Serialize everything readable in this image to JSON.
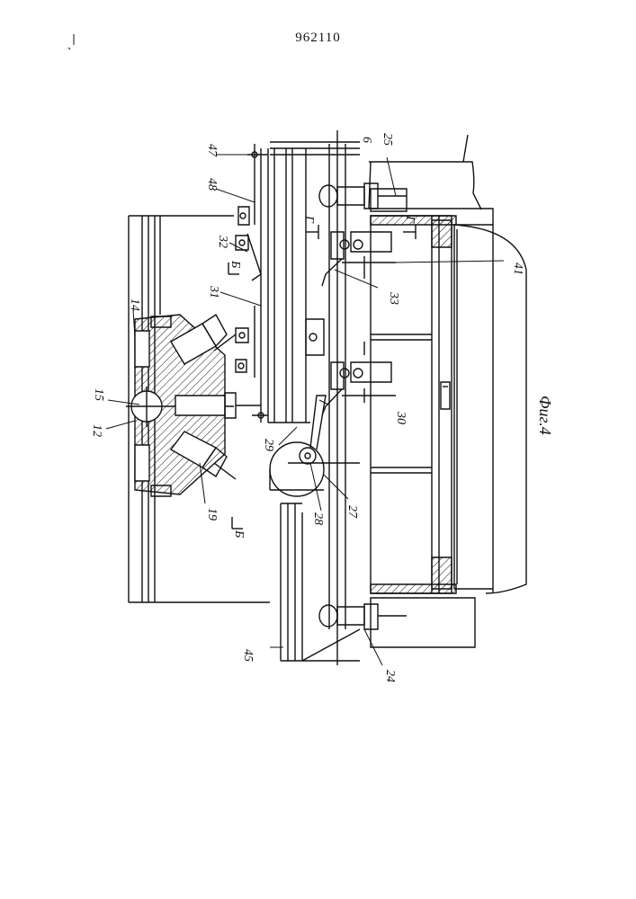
{
  "patent_number": "962110",
  "figure_caption": "Фиг.4",
  "section_marks": {
    "b_top": "Б",
    "b_bottom": "Б",
    "g_left": "Г",
    "g_right": "Г"
  },
  "labels": {
    "l47": "47",
    "l6": "6",
    "l25": "25",
    "l48": "48",
    "l32": "32",
    "l31": "31",
    "l14": "14",
    "l15": "15",
    "l12": "12",
    "l19": "19",
    "l29": "29",
    "l30": "30",
    "l28": "28",
    "l27": "27",
    "l33": "33",
    "l41": "41",
    "l45": "45",
    "l24": "24"
  }
}
